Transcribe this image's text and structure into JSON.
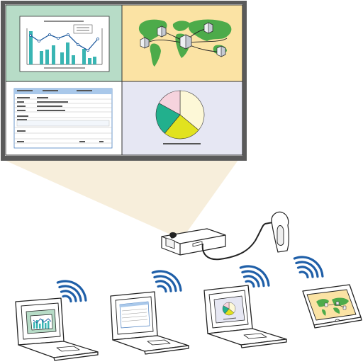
{
  "scene": {
    "screen_panels": [
      "bar-line-chart",
      "network-map",
      "data-form",
      "pie-chart"
    ],
    "devices": [
      "laptop-chart",
      "laptop-form",
      "laptop-pie",
      "tablet-map"
    ],
    "colors": {
      "panel_green": "#b7dcc7",
      "panel_yellow": "#fbe3a4",
      "panel_white": "#ffffff",
      "panel_lavender": "#e6e7f3",
      "bezel": "#595959",
      "beam": "#f7eedb",
      "wifi": "#1f5fa8",
      "bar_teal": "#39b5b3",
      "line_blue": "#1e5a9e",
      "map_green": "#4dab4a",
      "pie_cream": "#fdf8d7",
      "pie_yellow": "#e1e21f",
      "pie_teal": "#22b08d",
      "pie_pink": "#f6d3dd"
    }
  }
}
